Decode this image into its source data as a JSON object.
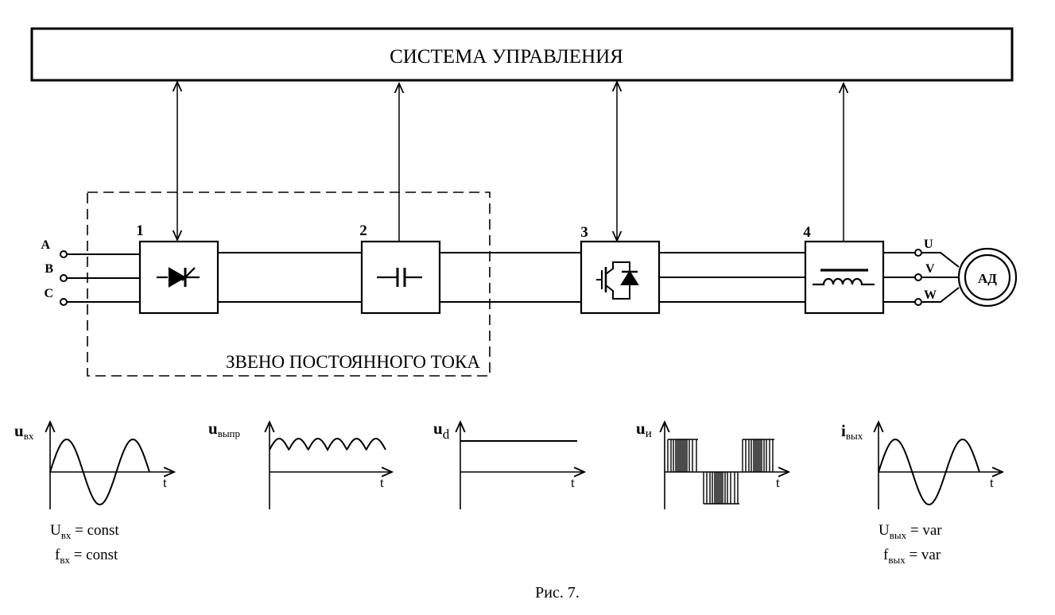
{
  "control_system": {
    "label": "СИСТЕМА  УПРАВЛЕНИЯ"
  },
  "dc_link": {
    "label": "ЗВЕНО ПОСТОЯННОГО ТОКА"
  },
  "blocks": [
    {
      "number": "1",
      "icon": "thyristor-rectifier-icon"
    },
    {
      "number": "2",
      "icon": "capacitor-icon"
    },
    {
      "number": "3",
      "icon": "igbt-inverter-icon"
    },
    {
      "number": "4",
      "icon": "inductor-filter-icon"
    }
  ],
  "inputs": {
    "a": "A",
    "b": "B",
    "c": "C"
  },
  "outputs": {
    "u": "U",
    "v": "V",
    "w": "W"
  },
  "motor": {
    "label": "АД"
  },
  "waveforms": {
    "input": {
      "symbol": "u",
      "sub": "вх",
      "t": "t"
    },
    "rectified": {
      "symbol": "u",
      "sub": "выпр",
      "t": "t"
    },
    "dc": {
      "symbol": "u",
      "sub": "d",
      "t": "t"
    },
    "inverter": {
      "symbol": "u",
      "sub": "и",
      "t": "t"
    },
    "output": {
      "symbol": "i",
      "sub": "вых",
      "t": "t"
    }
  },
  "input_params": {
    "u": {
      "sym": "U",
      "sub": "вх",
      "val": " = const"
    },
    "f": {
      "sym": "f",
      "sub": "вх",
      "val": " = const"
    }
  },
  "output_params": {
    "u": {
      "sym": "U",
      "sub": "вых",
      "val": "  = var"
    },
    "f": {
      "sym": "f",
      "sub": "вых",
      "val": "  = var"
    }
  },
  "caption": "Рис. 7."
}
